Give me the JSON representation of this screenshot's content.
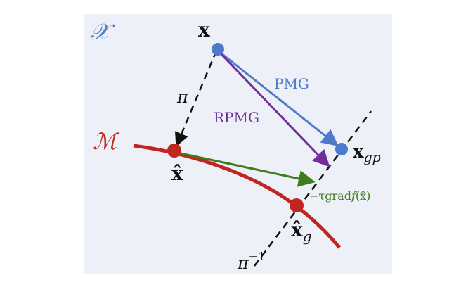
{
  "diagram": {
    "space_label": "𝒳",
    "manifold_label": "ℳ",
    "point_x_label": "x",
    "projection_label": "π",
    "inverse_projection_label": "π",
    "inverse_projection_exponent": "−1",
    "point_xhat_label": "x̂",
    "point_xg_label": "x̂",
    "point_xg_subscript": "g",
    "point_xgp_label": "x",
    "point_xgp_subscript": "gp",
    "pmg_label": "PMG",
    "rpmg_label": "RPMG",
    "gradient_label": {
      "prefix": "−τgrad",
      "func": "f",
      "arg": "(x̂)"
    }
  },
  "colors": {
    "background_panel": "#edf0f6",
    "blue": "#4f7acb",
    "purple": "#6e2f9b",
    "red": "#c0261f",
    "green": "#3d7d1f",
    "black": "#111111"
  }
}
